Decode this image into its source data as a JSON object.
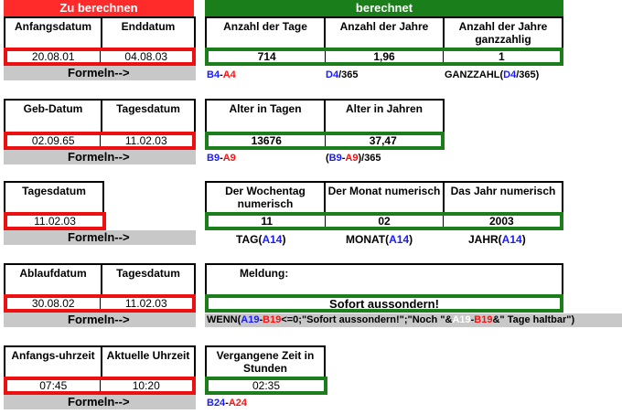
{
  "headers": {
    "left": "Zu berechnen",
    "right": "berechnet"
  },
  "formeln_label": "Formeln-->",
  "section1": {
    "input_headers": [
      "Anfangsdatum",
      "Enddatum"
    ],
    "input_values": [
      "20.08.01",
      "04.08.03"
    ],
    "result_headers": [
      "Anzahl der Tage",
      "Anzahl der Jahre",
      "Anzahl der Jahre ganzzahlig"
    ],
    "result_values": [
      "714",
      "1,96",
      "1"
    ],
    "formulas": {
      "f1": {
        "a": "B4",
        "b": "-",
        "c": "A4"
      },
      "f2": {
        "a": "D4",
        "b": "/365"
      },
      "f3": {
        "a": "GANZZAHL(",
        "b": "D4",
        "c": "/365)"
      }
    }
  },
  "section2": {
    "input_headers": [
      "Geb-Datum",
      "Tagesdatum"
    ],
    "input_values": [
      "02.09.65",
      "11.02.03"
    ],
    "result_headers": [
      "Alter in Tagen",
      "Alter in Jahren"
    ],
    "result_values": [
      "13676",
      "37,47"
    ],
    "formulas": {
      "f1": {
        "a": "B9",
        "b": "-",
        "c": "A9"
      },
      "f2": {
        "a": "(",
        "b": "B9",
        "c": "-",
        "d": "A9",
        "e": ")/365"
      }
    }
  },
  "section3": {
    "input_headers": [
      "Tagesdatum"
    ],
    "input_values": [
      "11.02.03"
    ],
    "result_headers": [
      "Der Wochentag numerisch",
      "Der Monat numerisch",
      "Das Jahr numerisch"
    ],
    "result_values": [
      "11",
      "02",
      "2003"
    ],
    "formulas": {
      "f1": {
        "a": "TAG(",
        "b": "A14",
        "c": ")"
      },
      "f2": {
        "a": "MONAT(",
        "b": "A14",
        "c": ")"
      },
      "f3": {
        "a": "JAHR(",
        "b": "A14",
        "c": ")"
      }
    }
  },
  "section4": {
    "input_headers": [
      "Ablaufdatum",
      "Tagesdatum"
    ],
    "input_values": [
      "30.08.02",
      "11.02.03"
    ],
    "result_header": "Meldung:",
    "result_value": "Sofort aussondern!",
    "formula": {
      "p1": "WENN(",
      "p2": "A19",
      "p3": "-",
      "p4": "B19",
      "p5": "<=0;\"Sofort aussondern!\";\"Noch \"&",
      "p6": "A19",
      "p7": "-",
      "p8": "B19",
      "p9": "&\" Tage haltbar\")"
    }
  },
  "section5": {
    "input_headers": [
      "Anfangs-uhrzeit",
      "Aktuelle Uhrzeit"
    ],
    "input_values": [
      "07:45",
      "10:20"
    ],
    "result_header": "Vergangene Zeit in Stunden",
    "result_value": "02:35",
    "formulas": {
      "f1": {
        "a": "B24",
        "b": "-",
        "c": "A24"
      }
    }
  }
}
